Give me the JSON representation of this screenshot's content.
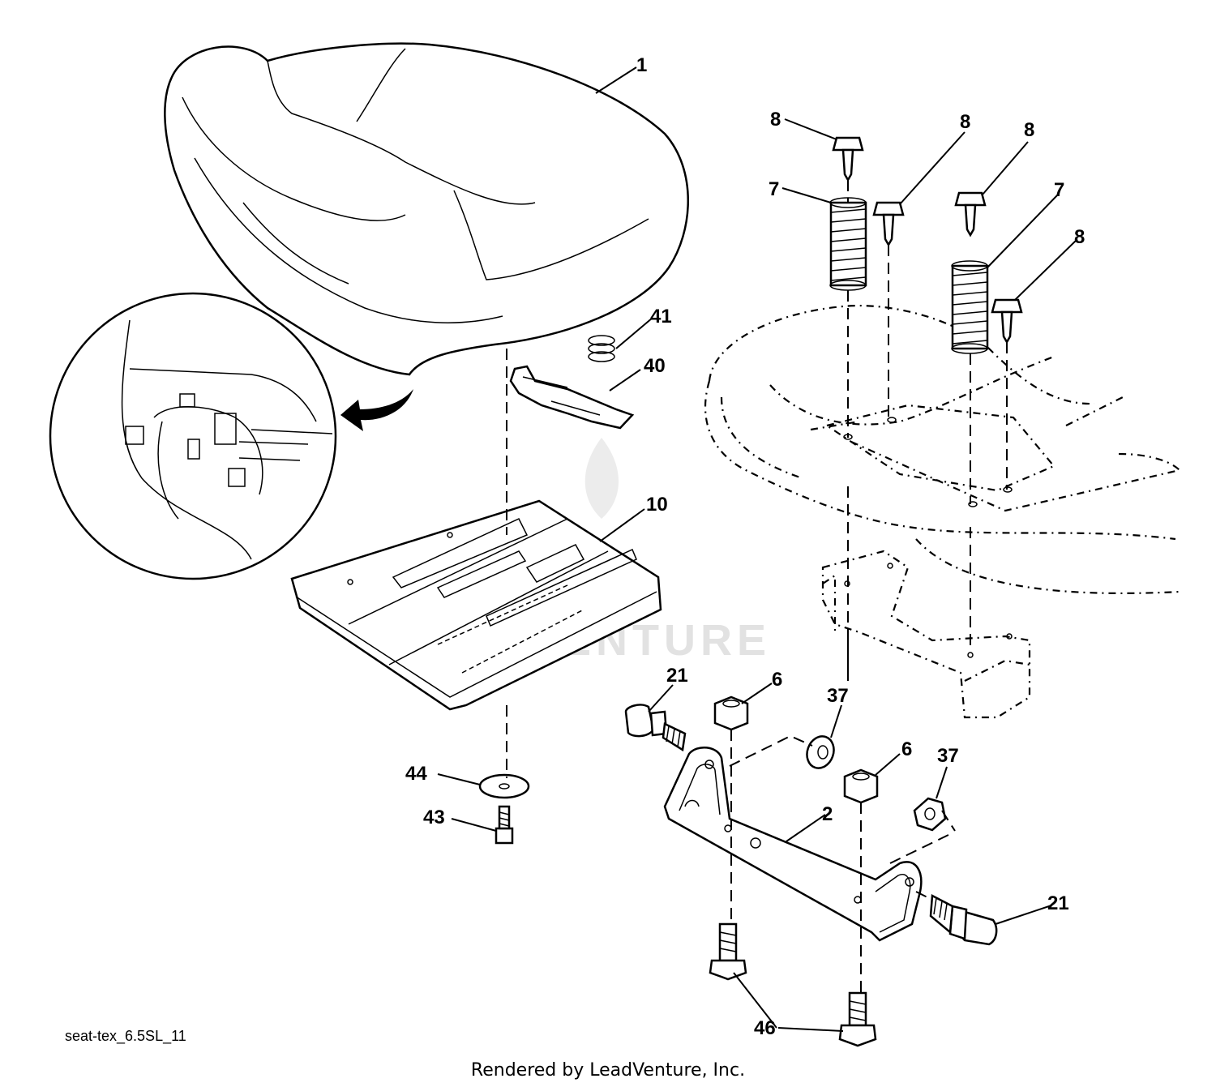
{
  "callouts": {
    "c1": "1",
    "c2": "2",
    "c6a": "6",
    "c6b": "6",
    "c7a": "7",
    "c7b": "7",
    "c8a": "8",
    "c8b": "8",
    "c8c": "8",
    "c8d": "8",
    "c10": "10",
    "c21a": "21",
    "c21b": "21",
    "c37a": "37",
    "c37b": "37",
    "c40": "40",
    "c41": "41",
    "c43": "43",
    "c44": "44",
    "c46": "46"
  },
  "diagram_id": "seat-tex_6.5SL_11",
  "footer": "Rendered by LeadVenture, Inc.",
  "watermark": "LEADVENTURE"
}
